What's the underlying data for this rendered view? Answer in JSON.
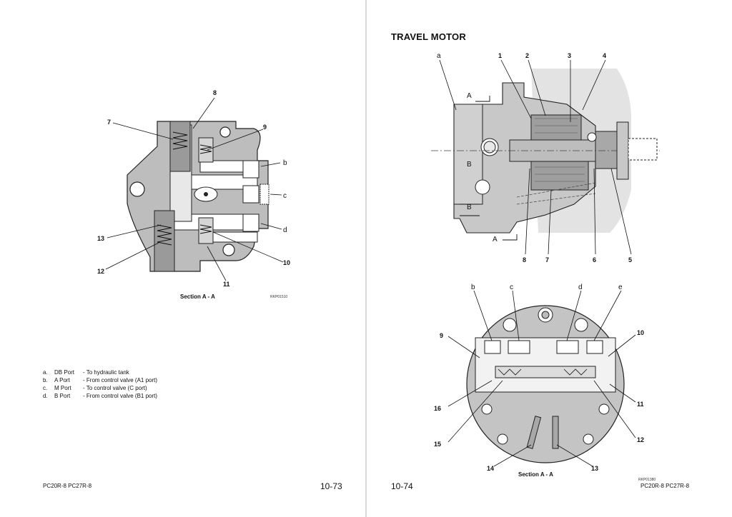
{
  "left_page": {
    "diagram_labels": [
      "7",
      "8",
      "9",
      "b",
      "c",
      "d",
      "13",
      "12",
      "11",
      "10"
    ],
    "caption": "Section A - A",
    "drawing_code": "RKP01510",
    "legend": [
      {
        "key": "a.",
        "port": "DB Port",
        "desc": "- To hydraulic tank"
      },
      {
        "key": "b.",
        "port": "A Port",
        "desc": "- From control valve (A1 port)"
      },
      {
        "key": "c.",
        "port": "M Port",
        "desc": "- To control valve (C port)"
      },
      {
        "key": "d.",
        "port": "B Port",
        "desc": "- From control valve (B1 port)"
      }
    ],
    "footer_models": "PC20R-8   PC27R-8",
    "page_number": "10-73"
  },
  "right_page": {
    "heading": "TRAVEL MOTOR",
    "top_diagram": {
      "labels_top": [
        "a",
        "1",
        "2",
        "3",
        "4"
      ],
      "labels_bottom": [
        "8",
        "7",
        "6",
        "5"
      ],
      "section_marks": [
        "A",
        "B",
        "B",
        "A"
      ]
    },
    "bottom_diagram": {
      "labels_top": [
        "b",
        "c",
        "d",
        "e"
      ],
      "labels_side": [
        "9",
        "10",
        "16",
        "11",
        "15",
        "12",
        "14",
        "13"
      ],
      "caption": "Section A - A",
      "drawing_code": "RKP01380"
    },
    "page_number": "10-74",
    "footer_models": "PC20R-8   PC27R-8"
  }
}
